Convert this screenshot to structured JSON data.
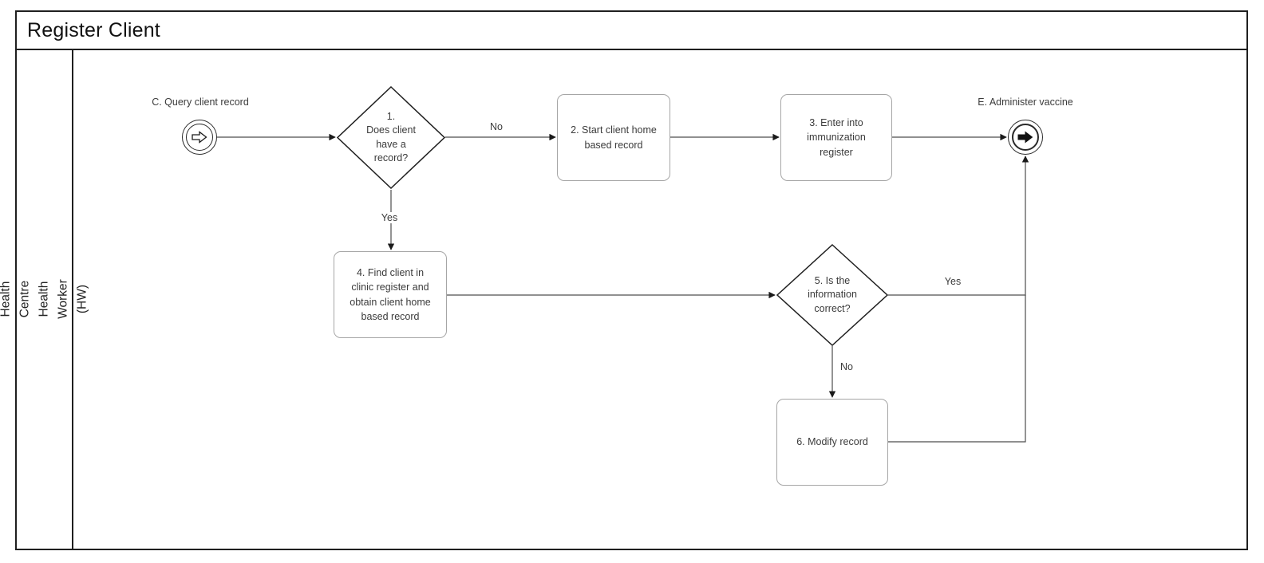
{
  "title": "Register Client",
  "lane": {
    "label": "Health Centre\nHealth Worker (HW)"
  },
  "nodes": {
    "start": {
      "label": "C. Query client record"
    },
    "decision1": {
      "label": "1.\nDoes client\nhave a\nrecord?"
    },
    "task2": {
      "label": "2. Start client home\nbased record"
    },
    "task3": {
      "label": "3. Enter into\nimmunization\nregister"
    },
    "end": {
      "label": "E. Administer vaccine"
    },
    "task4": {
      "label": "4. Find client in\nclinic register and\nobtain client home\nbased record"
    },
    "decision5": {
      "label": "5. Is the\ninformation\ncorrect?"
    },
    "task6": {
      "label": "6. Modify record"
    }
  },
  "edges": {
    "decision1_no": "No",
    "decision1_yes": "Yes",
    "decision5_yes": "Yes",
    "decision5_no": "No"
  },
  "colors": {
    "frame": "#1f1f1f",
    "task_border": "#a6a6a6",
    "connector": "#4d4d4d",
    "text": "#3b3b3b",
    "background": "#ffffff"
  }
}
